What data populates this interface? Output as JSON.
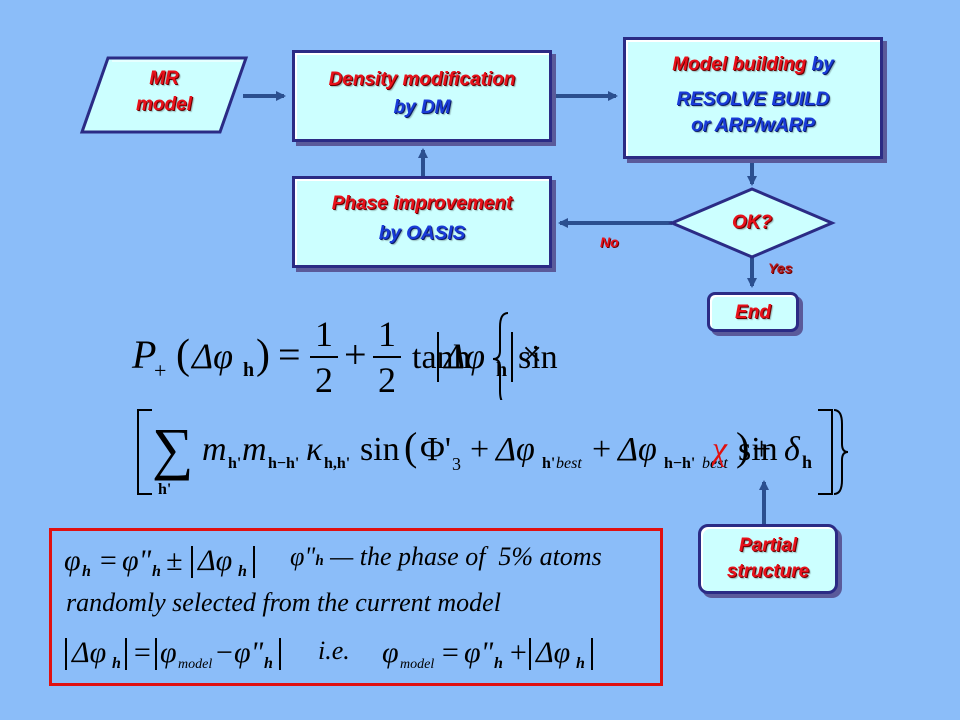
{
  "flowchart": {
    "mr_model": {
      "line1": "MR",
      "line2": "model"
    },
    "density_mod": {
      "line1": "Density modification",
      "line2": "by DM"
    },
    "model_building": {
      "line1_red": "Model building",
      "line1_blue": " by",
      "line2": "RESOLVE BUILD",
      "line3": "or ARP/wARP"
    },
    "phase_improvement": {
      "line1": "Phase improvement",
      "line2": "by OASIS"
    },
    "decision": {
      "label": "OK?"
    },
    "no_label": "No",
    "yes_label": "Yes",
    "end": {
      "label": "End"
    },
    "partial_structure": {
      "line1": "Partial",
      "line2": "structure"
    }
  },
  "formula": {
    "lhs": "P",
    "subscript_plus": "+",
    "half": "1",
    "two": "2",
    "tanh": "tanh",
    "sin": "sin",
    "times": "×",
    "sum_sub": "h'",
    "chi_term": "χ sin δ",
    "h": "h"
  },
  "definitions": {
    "line1_left": "φ_h = φ\"_h ± |Δφ_h|",
    "line1_right": "φ\"_h — the phase of  5% atoms",
    "line2": "randomly selected from the current model",
    "line3_left": "|Δφ_h| = |φ_model − φ\"_h|",
    "line3_ie": "i.e.",
    "line3_right": "φ_model = φ\"_h + |Δφ_h|"
  },
  "colors": {
    "background": "#8BBDF9",
    "box_fill": "#CCFFFF",
    "box_border": "#2B2B85",
    "arrow": "#2B4F8F",
    "red_text": "#E8111B",
    "blue_text": "#1A3BD8",
    "red_frame": "#E01010"
  }
}
